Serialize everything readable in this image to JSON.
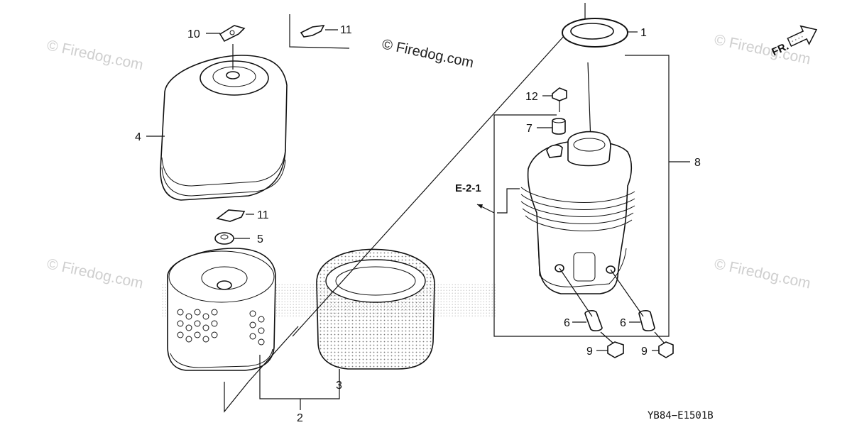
{
  "diagram": {
    "code": "YB84−E1501B",
    "reference": "E-2-1",
    "direction_label": "FR.",
    "watermark": "© Firedog.com",
    "watermark_main": "© Firedog.com"
  },
  "callouts": {
    "c1": "1",
    "c2": "2",
    "c3": "3",
    "c4": "4",
    "c5": "5",
    "c6a": "6",
    "c6b": "6",
    "c7": "7",
    "c8": "8",
    "c9a": "9",
    "c9b": "9",
    "c10": "10",
    "c11a": "11",
    "c11b": "11",
    "c12": "12"
  },
  "icons": {
    "direction_arrow": "arrow-right-icon"
  }
}
